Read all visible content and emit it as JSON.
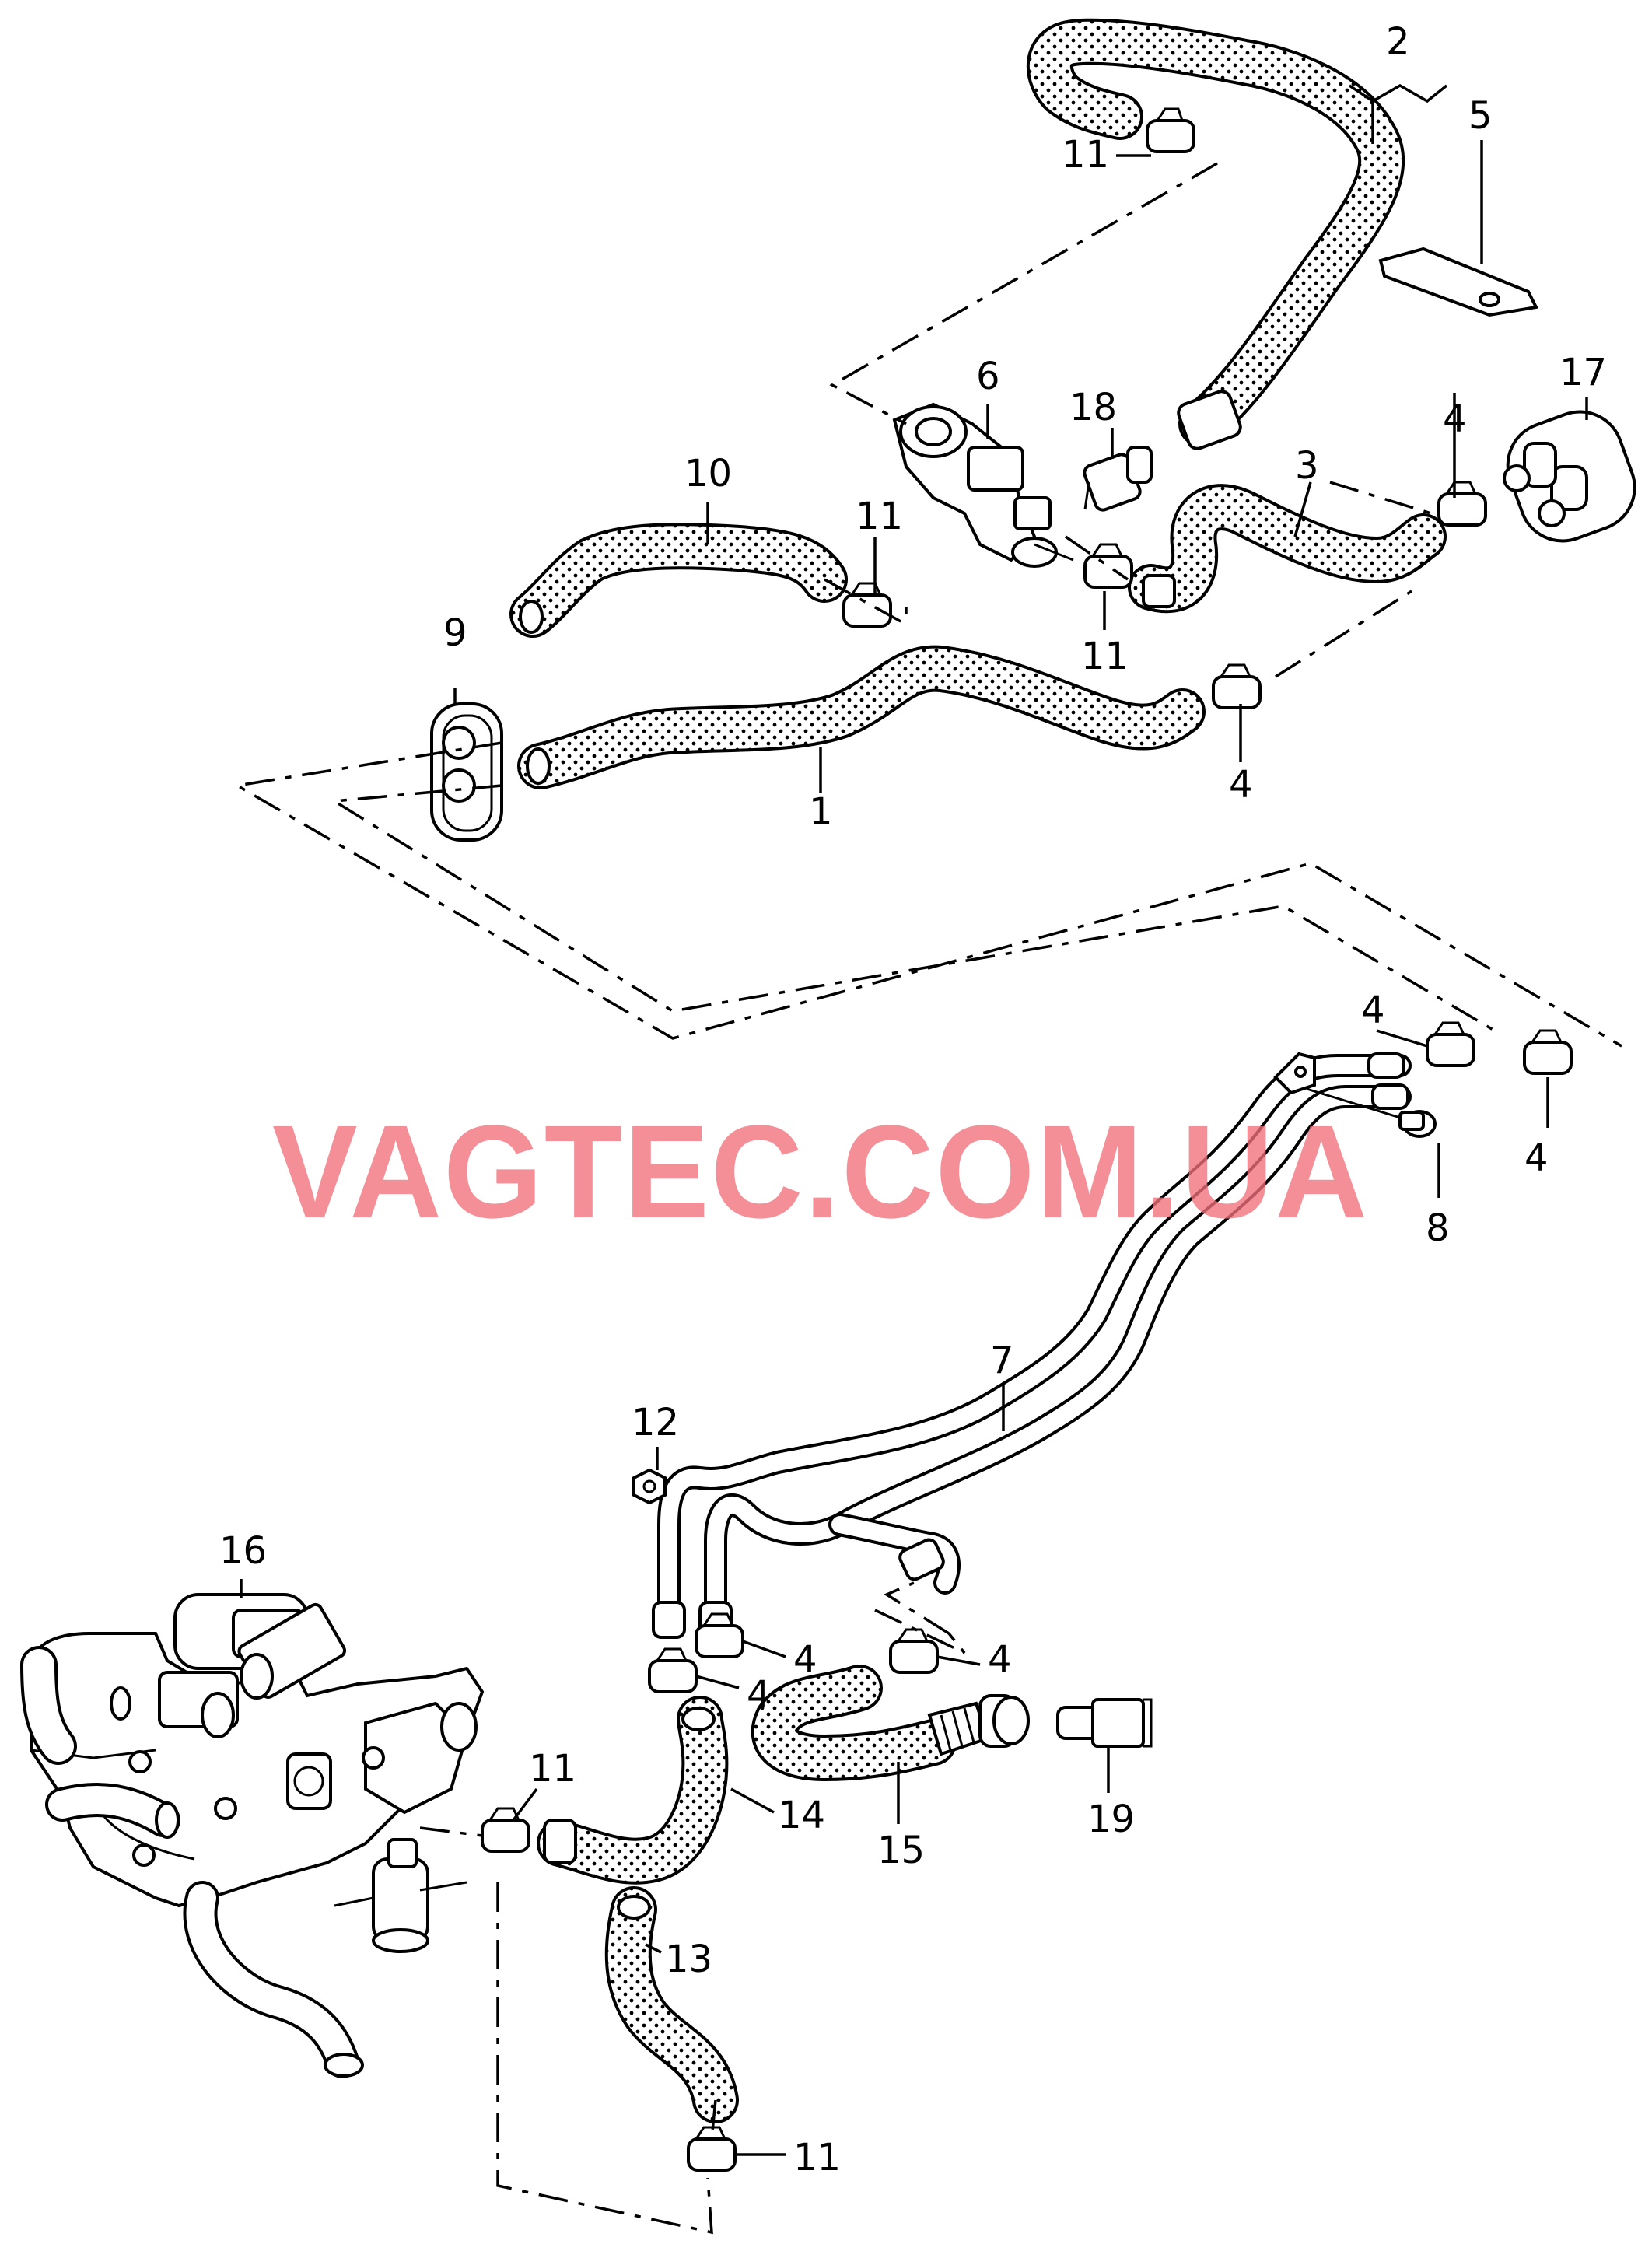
{
  "watermark": "VAGTEC.COM.UA",
  "callouts": {
    "c1": "1",
    "c2": "2",
    "c3": "3",
    "c4": "4",
    "c5": "5",
    "c6": "6",
    "c7": "7",
    "c8": "8",
    "c9": "9",
    "c10": "10",
    "c11": "11",
    "c12": "12",
    "c13": "13",
    "c14": "14",
    "c15": "15",
    "c16": "16",
    "c17": "17",
    "c18": "18",
    "c19": "19"
  },
  "colors": {
    "line": "#000000",
    "hose_pattern": "#000000",
    "watermark": "#f2707a",
    "background": "#ffffff"
  }
}
